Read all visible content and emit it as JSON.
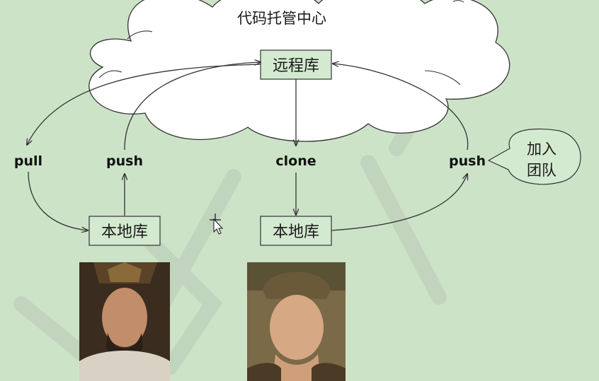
{
  "cloud": {
    "title": "代码托管中心"
  },
  "remote_repo": {
    "label": "远程库"
  },
  "labels": {
    "pull": "pull",
    "push_left": "push",
    "clone": "clone",
    "push_right": "push"
  },
  "local_repo_left": {
    "label": "本地库"
  },
  "local_repo_right": {
    "label": "本地库"
  },
  "join_team": {
    "line1": "加入",
    "line2": "团队"
  },
  "colors": {
    "background": "#cde3c8",
    "cloud_fill": "#ffffff",
    "box_fill": "#d4ead0",
    "stroke": "#333333",
    "watermark": "#b9c9b6"
  }
}
